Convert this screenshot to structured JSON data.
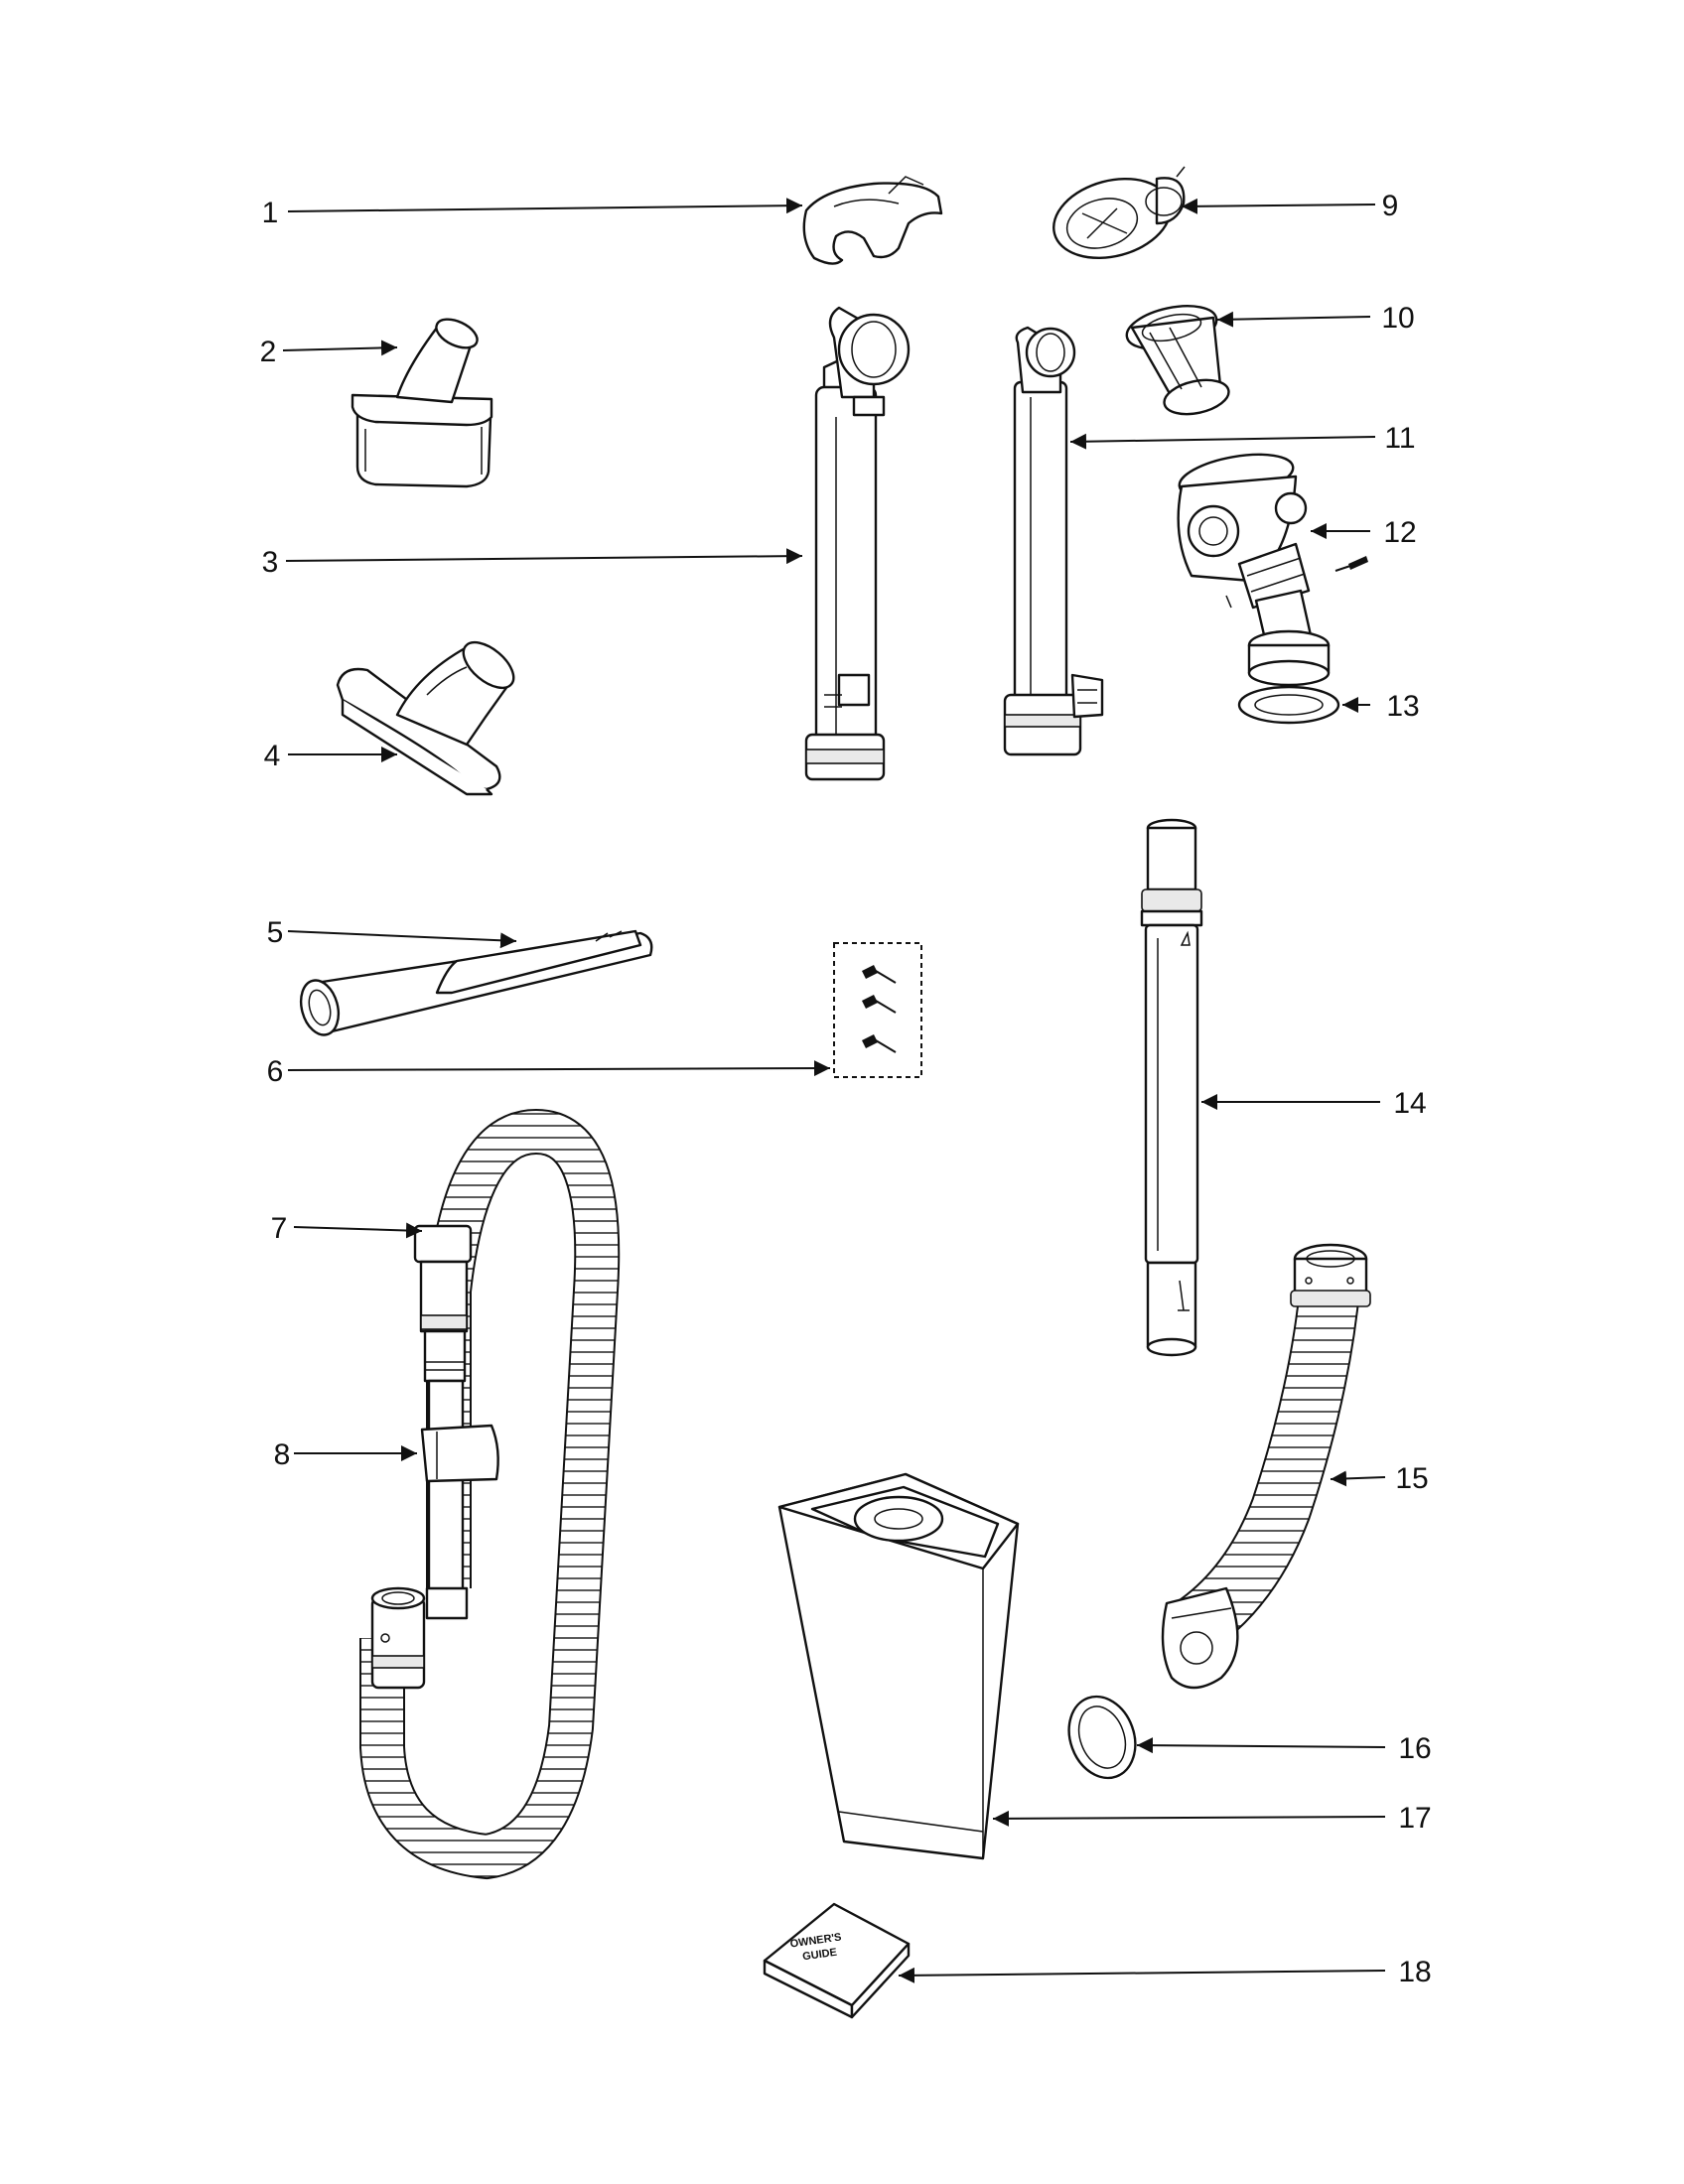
{
  "callouts": [
    {
      "number": "1",
      "part": "cord hook clip"
    },
    {
      "number": "2",
      "part": "upholstery tool"
    },
    {
      "number": "3",
      "part": "left wand"
    },
    {
      "number": "4",
      "part": "dusting brush tool"
    },
    {
      "number": "5",
      "part": "crevice tool"
    },
    {
      "number": "6",
      "part": "screw set"
    },
    {
      "number": "7",
      "part": "hose handle"
    },
    {
      "number": "8",
      "part": "hose assembly"
    },
    {
      "number": "9",
      "part": "hose adapter"
    },
    {
      "number": "10",
      "part": "connector"
    },
    {
      "number": "11",
      "part": "right wand"
    },
    {
      "number": "12",
      "part": "elbow"
    },
    {
      "number": "13",
      "part": "seal ring"
    },
    {
      "number": "14",
      "part": "extension wand"
    },
    {
      "number": "15",
      "part": "lower hose"
    },
    {
      "number": "16",
      "part": "band"
    },
    {
      "number": "17",
      "part": "dust bag"
    },
    {
      "number": "18",
      "part": "owner's guide"
    }
  ],
  "booklet": {
    "line1": "OWNER'S",
    "line2": "GUIDE"
  }
}
